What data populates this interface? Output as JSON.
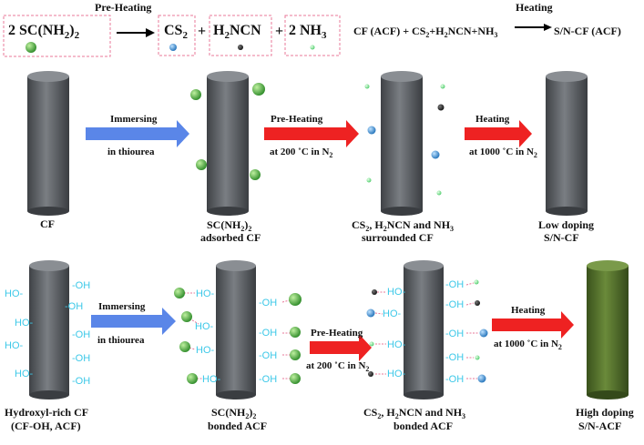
{
  "reaction": {
    "preheat_label": "Pre-Heating",
    "reactant": "2 SC(NH",
    "reactant_tail": ")",
    "product_cs2": "CS",
    "product_h2ncn": "H",
    "product_h2ncn_tail": "NCN",
    "product_nh3": "2 NH",
    "plus": "+",
    "heating_label": "Heating",
    "eq2_lhs": "CF (ACF) + CS",
    "eq2_mid": "+H",
    "eq2_mid2": "NCN+NH",
    "eq2_rhs": "S/N-CF (ACF)",
    "sub2": "2",
    "sub3": "3"
  },
  "row1": {
    "cf_label": "CF",
    "step1_top": "Immersing",
    "step1_bottom": "in thiourea",
    "adsorbed_l1": "SC(NH",
    "adsorbed_l1_tail": ")",
    "adsorbed_l2": "adsorbed CF",
    "step2_top": "Pre-Heating",
    "step2_bottom": "at 200 ˚C in N",
    "surrounded_l1": "CS",
    "surrounded_l1b": ", H",
    "surrounded_l1c": "NCN and NH",
    "surrounded_l2": "surrounded CF",
    "step3_top": "Heating",
    "step3_bottom": "at 1000 ˚C in N",
    "final_l1": "Low doping",
    "final_l2": "S/N-CF"
  },
  "row2": {
    "cf_l1": "Hydroxyl-rich CF",
    "cf_l2": "(CF-OH, ACF)",
    "step1_top": "Immersing",
    "step1_bottom": "in thiourea",
    "bonded_l1": "SC(NH",
    "bonded_l1_tail": ")",
    "bonded_l2": "bonded ACF",
    "step2_top": "Pre-Heating",
    "step2_bottom": "at 200 ˚C in N",
    "bonded2_l1": "CS",
    "bonded2_l1b": ", H",
    "bonded2_l1c": "NCN and NH",
    "bonded2_l2": "bonded ACF",
    "step3_top": "Heating",
    "step3_bottom": "at 1000 ˚C in N",
    "final_l1": "High doping",
    "final_l2": "S/N-ACF",
    "ho": "HO-",
    "oh": "-OH"
  },
  "colors": {
    "fiber": "#5b5f63",
    "fiber_green": "#4e6a2a",
    "arrow_blue": "#5a86e8",
    "arrow_red": "#ee2222",
    "thiourea": "#3ea83a",
    "cs2": "#2f8fd8",
    "h2ncn": "#1e1e1e",
    "nh3": "#6fe28a",
    "hydroxyl": "#3cc8e8",
    "box": "#e8789a"
  }
}
